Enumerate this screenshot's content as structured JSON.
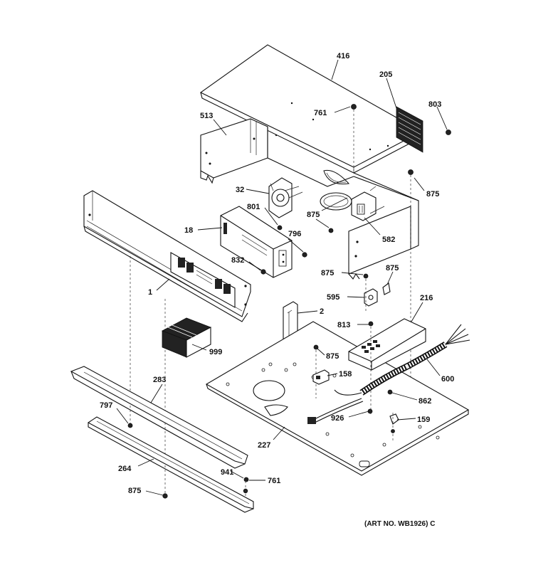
{
  "diagram": {
    "note": "(ART NO. WB1926) C",
    "callouts": [
      {
        "id": "c416",
        "text": "416"
      },
      {
        "id": "c205",
        "text": "205"
      },
      {
        "id": "c803",
        "text": "803"
      },
      {
        "id": "c761a",
        "text": "761"
      },
      {
        "id": "c513",
        "text": "513"
      },
      {
        "id": "c32",
        "text": "32"
      },
      {
        "id": "c801",
        "text": "801"
      },
      {
        "id": "c875a",
        "text": "875"
      },
      {
        "id": "c875b",
        "text": "875"
      },
      {
        "id": "c18",
        "text": "18"
      },
      {
        "id": "c796",
        "text": "796"
      },
      {
        "id": "c582",
        "text": "582"
      },
      {
        "id": "c832",
        "text": "832"
      },
      {
        "id": "c875c",
        "text": "875"
      },
      {
        "id": "c875d",
        "text": "875"
      },
      {
        "id": "c1",
        "text": "1"
      },
      {
        "id": "c595",
        "text": "595"
      },
      {
        "id": "c216",
        "text": "216"
      },
      {
        "id": "c2",
        "text": "2"
      },
      {
        "id": "c813",
        "text": "813"
      },
      {
        "id": "c999",
        "text": "999"
      },
      {
        "id": "c875e",
        "text": "875"
      },
      {
        "id": "c158",
        "text": "158"
      },
      {
        "id": "c600",
        "text": "600"
      },
      {
        "id": "c283",
        "text": "283"
      },
      {
        "id": "c862",
        "text": "862"
      },
      {
        "id": "c797",
        "text": "797"
      },
      {
        "id": "c926",
        "text": "926"
      },
      {
        "id": "c159",
        "text": "159"
      },
      {
        "id": "c227",
        "text": "227"
      },
      {
        "id": "c264",
        "text": "264"
      },
      {
        "id": "c941",
        "text": "941"
      },
      {
        "id": "c761b",
        "text": "761"
      },
      {
        "id": "c875f",
        "text": "875"
      }
    ]
  }
}
